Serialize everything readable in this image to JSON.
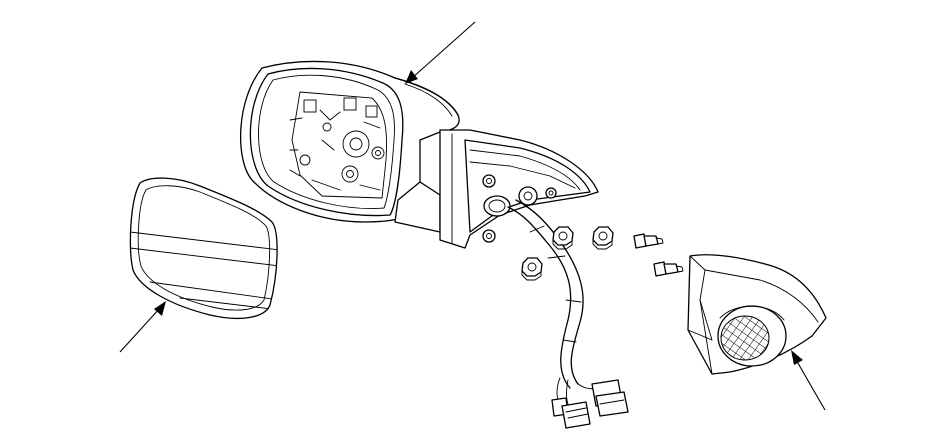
{
  "diagram": {
    "parts": [
      {
        "id": "mirror-housing",
        "icon": "mirror-housing-drawing"
      },
      {
        "id": "mirror-glass",
        "icon": "mirror-glass-drawing"
      },
      {
        "id": "mirror-base-bracket",
        "icon": "mirror-base-drawing"
      },
      {
        "id": "wire-harness",
        "icon": "wire-harness-connector-drawing"
      },
      {
        "id": "mounting-nuts",
        "icon": "nut-drawing",
        "count": 3
      },
      {
        "id": "bulb-sockets",
        "icon": "bulb-socket-drawing",
        "count": 2
      },
      {
        "id": "mirror-cover-trim",
        "icon": "cover-trim-with-speaker-grille-drawing"
      }
    ],
    "leader_arrows": 3,
    "colors": {
      "stroke": "#000000",
      "background": "#ffffff"
    }
  }
}
